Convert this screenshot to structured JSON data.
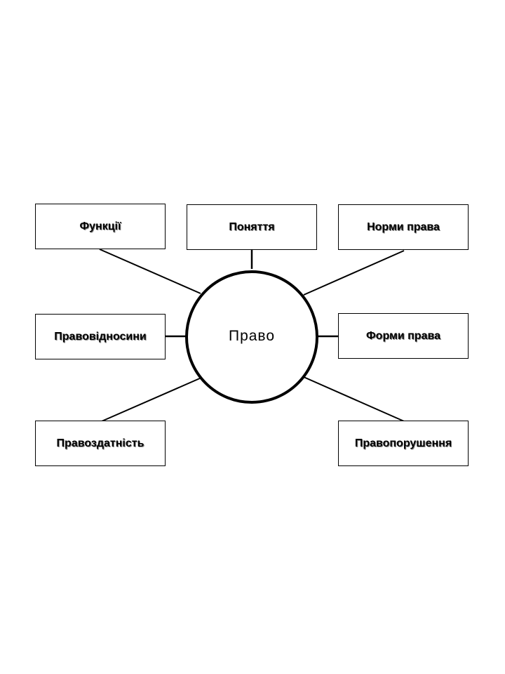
{
  "center": "Право",
  "boxes": {
    "top_left": "Функції",
    "top_center": "Поняття",
    "top_right": "Норми права",
    "middle_left": "Правовідносини",
    "middle_right": "Форми права",
    "bottom_left": "Правоздатність",
    "bottom_right": "Правопорушення"
  }
}
